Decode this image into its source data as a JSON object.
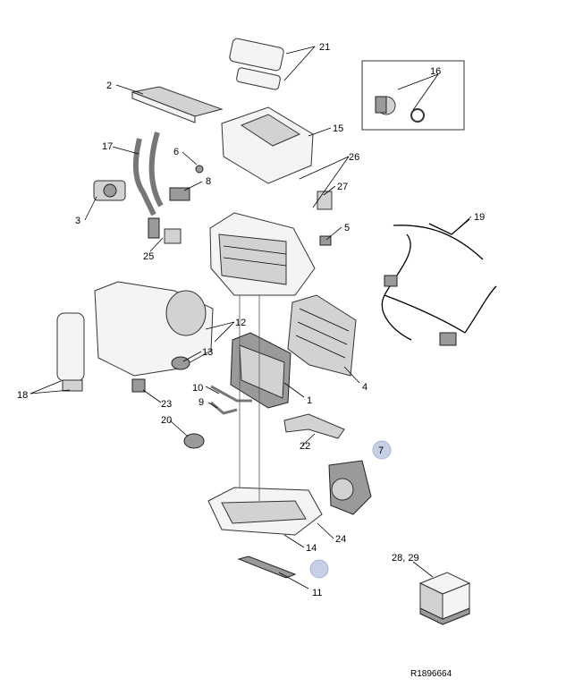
{
  "callouts": [
    {
      "id": "c-1",
      "text": "1"
    },
    {
      "id": "c-2",
      "text": "2"
    },
    {
      "id": "c-3",
      "text": "3"
    },
    {
      "id": "c-4",
      "text": "4"
    },
    {
      "id": "c-5",
      "text": "5"
    },
    {
      "id": "c-6",
      "text": "6"
    },
    {
      "id": "c-7",
      "text": "7"
    },
    {
      "id": "c-8",
      "text": "8"
    },
    {
      "id": "c-9",
      "text": "9"
    },
    {
      "id": "c-10",
      "text": "10"
    },
    {
      "id": "c-11",
      "text": "11"
    },
    {
      "id": "c-12",
      "text": "12"
    },
    {
      "id": "c-13",
      "text": "13"
    },
    {
      "id": "c-14",
      "text": "14"
    },
    {
      "id": "c-15",
      "text": "15"
    },
    {
      "id": "c-16",
      "text": "16"
    },
    {
      "id": "c-17",
      "text": "17"
    },
    {
      "id": "c-18",
      "text": "18"
    },
    {
      "id": "c-19",
      "text": "19"
    },
    {
      "id": "c-20",
      "text": "20"
    },
    {
      "id": "c-21",
      "text": "21"
    },
    {
      "id": "c-22",
      "text": "22"
    },
    {
      "id": "c-23",
      "text": "23"
    },
    {
      "id": "c-24",
      "text": "24"
    },
    {
      "id": "c-25",
      "text": "25"
    },
    {
      "id": "c-26",
      "text": "26"
    },
    {
      "id": "c-27",
      "text": "27"
    },
    {
      "id": "c-28-29",
      "text": "28, 29"
    }
  ],
  "reference_code": "R1896664",
  "colors": {
    "highlight_circle": "#c5cfe6",
    "line": "#000000",
    "part_fill": "#f4f4f4",
    "part_dark": "#9a9a9a"
  }
}
